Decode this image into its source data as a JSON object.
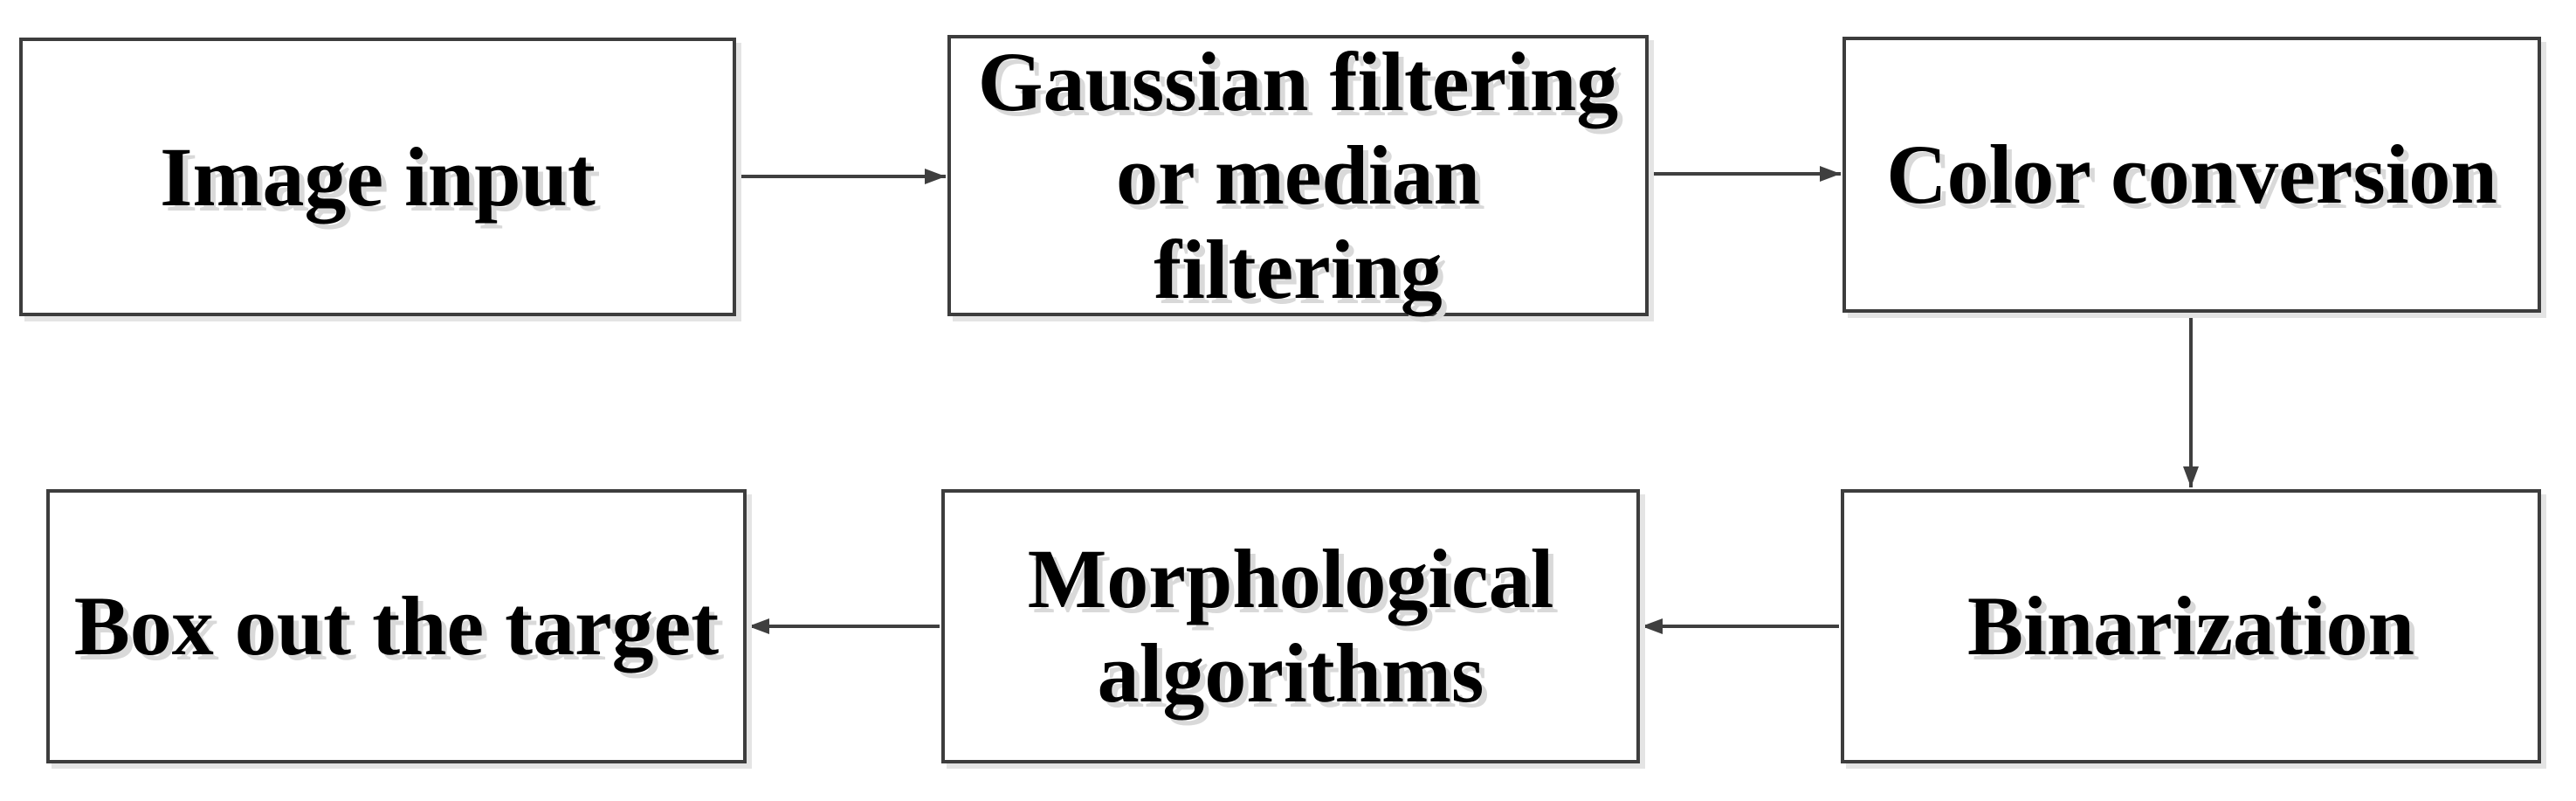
{
  "diagram": {
    "type": "flowchart",
    "colors": {
      "background": "#ffffff",
      "box_border": "#3d3d3d",
      "arrow": "#3f3f3f",
      "text": "#000000",
      "text_shadow": "#d9d9d9",
      "box_shadow": "#e4e4e4"
    },
    "nodes": [
      {
        "id": "image-input",
        "label": "Image input",
        "lines": [
          "Image input"
        ]
      },
      {
        "id": "gaussian-median-filtering",
        "label": "Gaussian filtering or median filtering",
        "lines": [
          "Gaussian filtering",
          "or median",
          "filtering"
        ]
      },
      {
        "id": "color-conversion",
        "label": "Color conversion",
        "lines": [
          "Color conversion"
        ]
      },
      {
        "id": "binarization",
        "label": "Binarization",
        "lines": [
          "Binarization"
        ]
      },
      {
        "id": "morphological-algorithms",
        "label": "Morphological algorithms",
        "lines": [
          "Morphological",
          "algorithms"
        ]
      },
      {
        "id": "box-out-the-target",
        "label": "Box out the target",
        "lines": [
          "Box out the target"
        ]
      }
    ],
    "edges": [
      {
        "from": "image-input",
        "to": "gaussian-median-filtering",
        "direction": "right"
      },
      {
        "from": "gaussian-median-filtering",
        "to": "color-conversion",
        "direction": "right"
      },
      {
        "from": "color-conversion",
        "to": "binarization",
        "direction": "down"
      },
      {
        "from": "binarization",
        "to": "morphological-algorithms",
        "direction": "left"
      },
      {
        "from": "morphological-algorithms",
        "to": "box-out-the-target",
        "direction": "left"
      }
    ]
  }
}
